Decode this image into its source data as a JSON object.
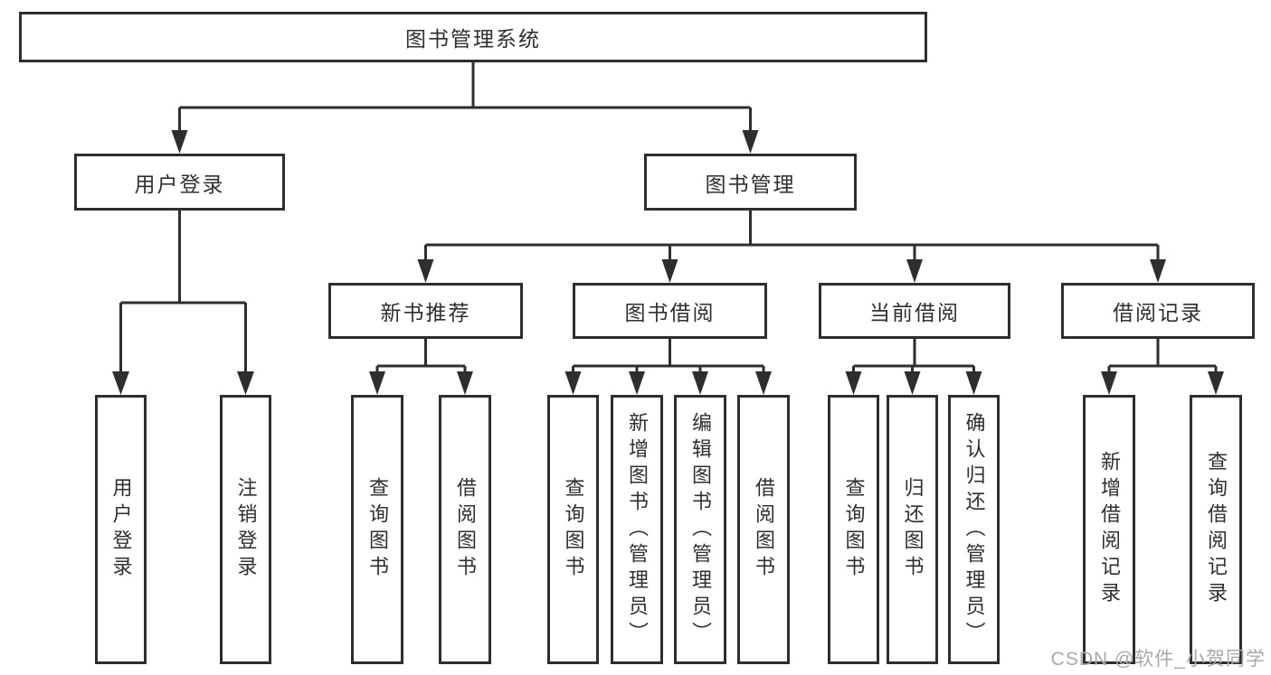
{
  "watermark": {
    "text": "CSDN @软件_小贺同学"
  },
  "colors": {
    "line": "#2e2e2e",
    "text": "#2f2f2f",
    "watermark": "#a9a9a9",
    "background": "#ffffff"
  },
  "diagram_type": "hierarchy-tree",
  "tree": {
    "label": "图书管理系统",
    "children": [
      {
        "label": "用户登录",
        "children": [
          {
            "label": "用户登录"
          },
          {
            "label": "注销登录"
          }
        ]
      },
      {
        "label": "图书管理",
        "children": [
          {
            "label": "新书推荐",
            "children": [
              {
                "label": "查询图书"
              },
              {
                "label": "借阅图书"
              }
            ]
          },
          {
            "label": "图书借阅",
            "children": [
              {
                "label": "查询图书"
              },
              {
                "label": "新增图书（管理员）"
              },
              {
                "label": "编辑图书（管理员）"
              },
              {
                "label": "借阅图书"
              }
            ]
          },
          {
            "label": "当前借阅",
            "children": [
              {
                "label": "查询图书"
              },
              {
                "label": "归还图书"
              },
              {
                "label": "确认归还（管理员）"
              }
            ]
          },
          {
            "label": "借阅记录",
            "children": [
              {
                "label": "新增借阅记录"
              },
              {
                "label": "查询借阅记录"
              }
            ]
          }
        ]
      }
    ]
  }
}
